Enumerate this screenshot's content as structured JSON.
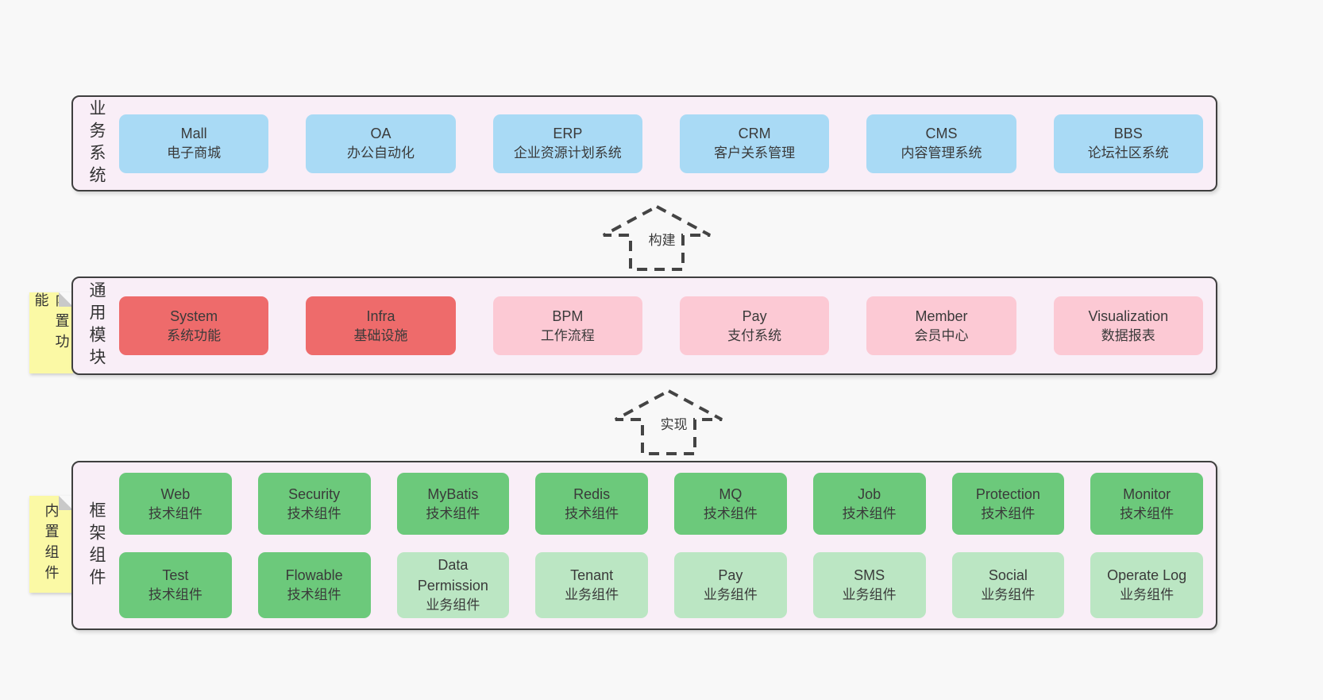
{
  "palette": {
    "page-bg": "#f8f8f8",
    "container-bg": "#f9eef7",
    "container-border": "#3f3f3f",
    "text": "#3a3a3a",
    "blue": "#a9daf5",
    "red": "#ee6b6b",
    "pink": "#fcc9d4",
    "green": "#6cc97b",
    "green-light": "#bbe6c3",
    "sticky": "#fbf9a5",
    "fold": "#c9c9c9",
    "arrow": "#444444"
  },
  "arrows": [
    {
      "label": "构建"
    },
    {
      "label": "实现"
    }
  ],
  "layers": {
    "business": {
      "label": "业务系统",
      "boxes": [
        {
          "name": "Mall",
          "desc": "电子商城"
        },
        {
          "name": "OA",
          "desc": "办公自动化"
        },
        {
          "name": "ERP",
          "desc": "企业资源计划系统"
        },
        {
          "name": "CRM",
          "desc": "客户关系管理"
        },
        {
          "name": "CMS",
          "desc": "内容管理系统"
        },
        {
          "name": "BBS",
          "desc": "论坛社区系统"
        }
      ]
    },
    "common": {
      "label": "通用模块",
      "sticky": "内置功能",
      "boxes": [
        {
          "name": "System",
          "desc": "系统功能"
        },
        {
          "name": "Infra",
          "desc": "基础设施"
        },
        {
          "name": "BPM",
          "desc": "工作流程"
        },
        {
          "name": "Pay",
          "desc": "支付系统"
        },
        {
          "name": "Member",
          "desc": "会员中心"
        },
        {
          "name": "Visualization",
          "desc": "数据报表"
        }
      ]
    },
    "framework": {
      "label": "框架组件",
      "sticky": "内置组件",
      "rows": [
        [
          {
            "name": "Web",
            "desc": "技术组件"
          },
          {
            "name": "Security",
            "desc": "技术组件"
          },
          {
            "name": "MyBatis",
            "desc": "技术组件"
          },
          {
            "name": "Redis",
            "desc": "技术组件"
          },
          {
            "name": "MQ",
            "desc": "技术组件"
          },
          {
            "name": "Job",
            "desc": "技术组件"
          },
          {
            "name": "Protection",
            "desc": "技术组件"
          },
          {
            "name": "Monitor",
            "desc": "技术组件"
          }
        ],
        [
          {
            "name": "Test",
            "desc": "技术组件"
          },
          {
            "name": "Flowable",
            "desc": "技术组件"
          },
          {
            "name": "Data Permission",
            "desc": "业务组件"
          },
          {
            "name": "Tenant",
            "desc": "业务组件"
          },
          {
            "name": "Pay",
            "desc": "业务组件"
          },
          {
            "name": "SMS",
            "desc": "业务组件"
          },
          {
            "name": "Social",
            "desc": "业务组件"
          },
          {
            "name": "Operate Log",
            "desc": "业务组件"
          }
        ]
      ]
    }
  }
}
